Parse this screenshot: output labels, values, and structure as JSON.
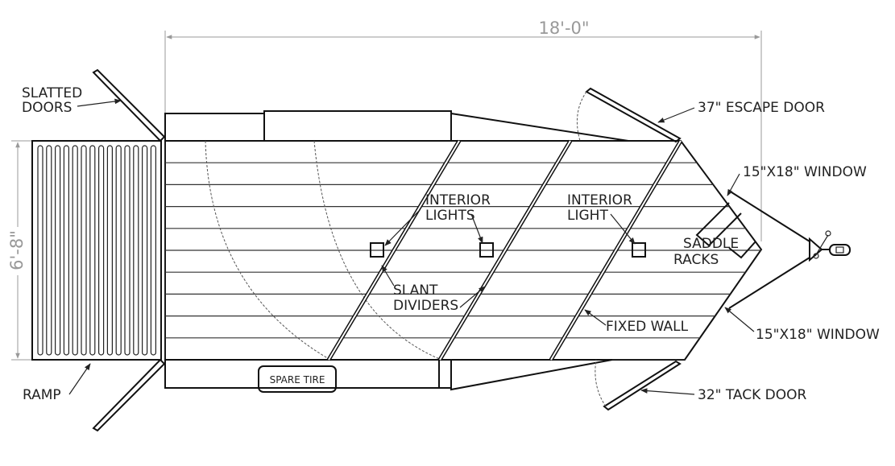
{
  "dimensions": {
    "length": "18'-0\"",
    "width": "6'-8\""
  },
  "labels": {
    "slatted_doors_line1": "SLATTED",
    "slatted_doors_line2": "DOORS",
    "ramp": "RAMP",
    "escape_door": "37\" ESCAPE DOOR",
    "window_top": "15\"X18\" WINDOW",
    "window_bottom": "15\"X18\" WINDOW",
    "tack_door": "32\" TACK DOOR",
    "interior_lights_line1": "INTERIOR",
    "interior_lights_line2": "LIGHTS",
    "interior_light_line1": "INTERIOR",
    "interior_light_line2": "LIGHT",
    "saddle_racks_line1": "SADDLE",
    "saddle_racks_line2": "RACKS",
    "slant_dividers_line1": "SLANT",
    "slant_dividers_line2": "DIVIDERS",
    "fixed_wall": "FIXED WALL",
    "spare_tire": "SPARE TIRE"
  }
}
